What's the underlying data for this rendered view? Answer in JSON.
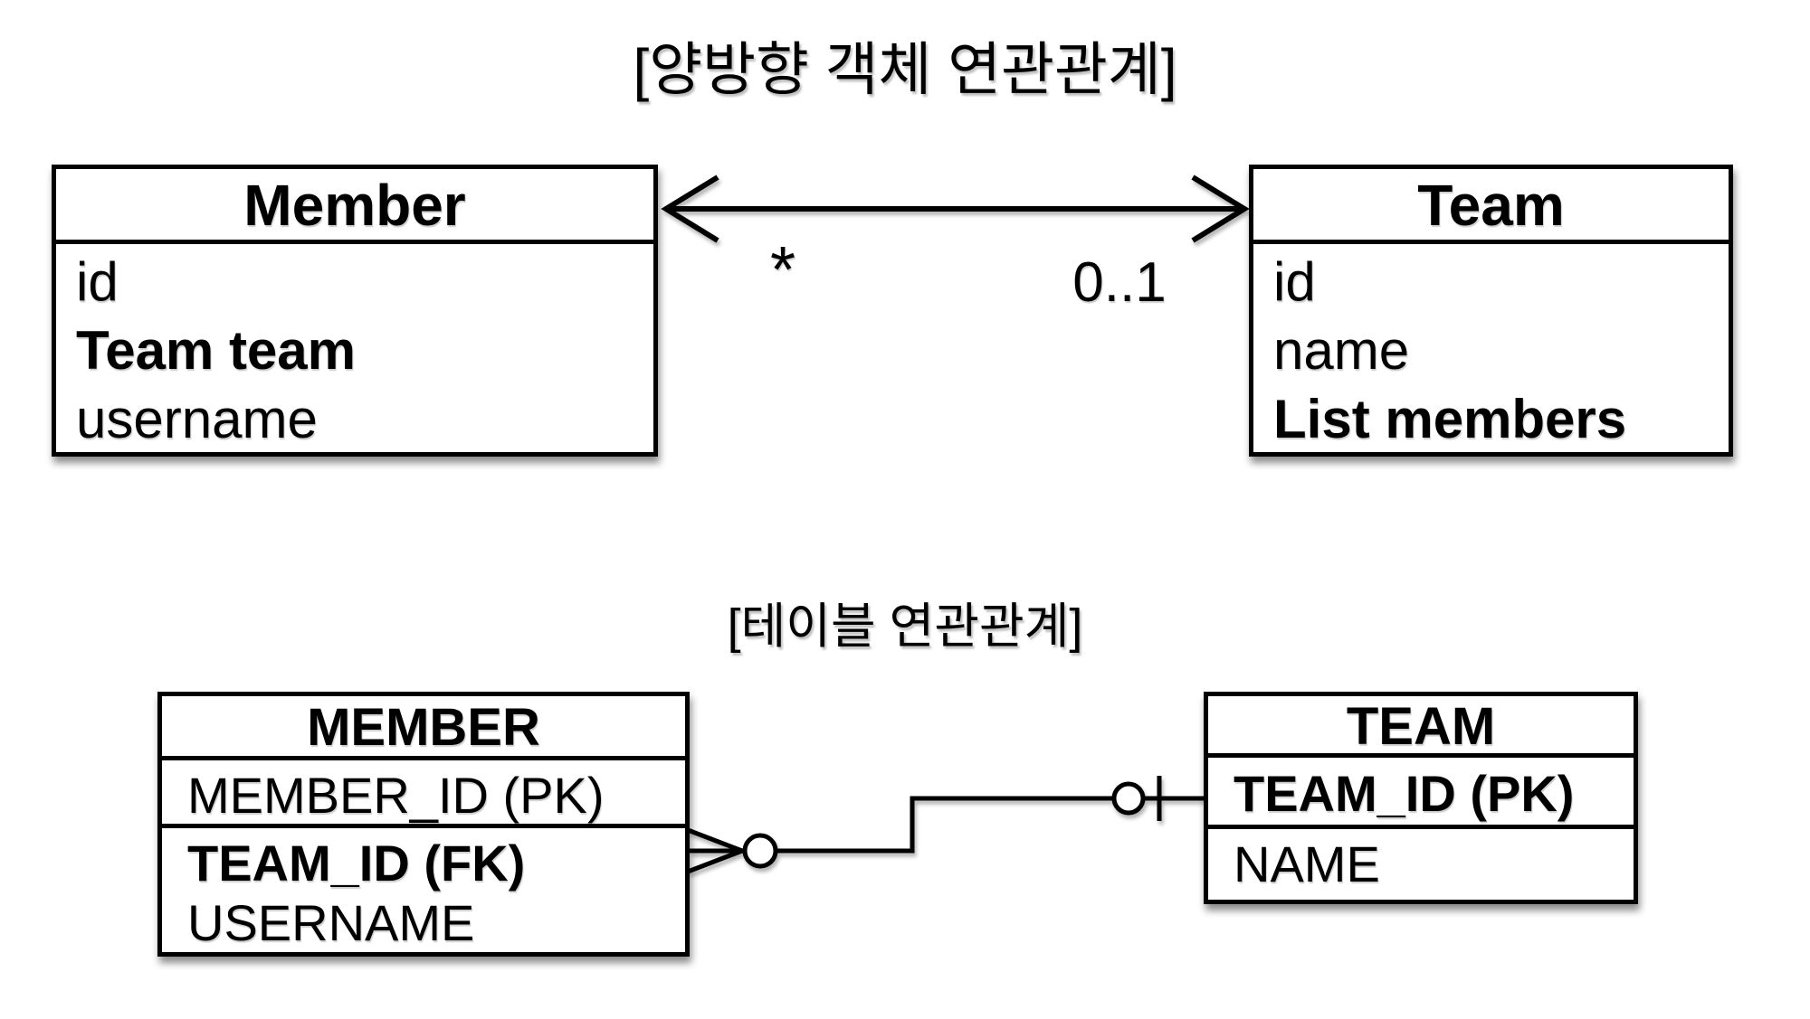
{
  "page": {
    "background": "#ffffff",
    "stroke_color": "#000000",
    "text_color": "#000000",
    "box_fill": "#ffffff"
  },
  "object_diagram": {
    "title": "[양방향 객체 연관관계]",
    "classes": {
      "member": {
        "name": "Member",
        "attributes": [
          {
            "label": "id"
          },
          {
            "label": "Team team"
          },
          {
            "label": "username"
          }
        ]
      },
      "team": {
        "name": "Team",
        "attributes": [
          {
            "label": "id"
          },
          {
            "label": "name"
          },
          {
            "label": "List members"
          }
        ]
      }
    },
    "association": {
      "style": "double-headed-arrow",
      "member_end_multiplicity": "*",
      "team_end_multiplicity": "0..1"
    }
  },
  "table_diagram": {
    "title": "[테이블 연관관계]",
    "tables": {
      "member": {
        "name": "MEMBER",
        "columns": [
          {
            "label": "MEMBER_ID (PK)"
          },
          {
            "label": "TEAM_ID (FK)"
          },
          {
            "label": "USERNAME"
          }
        ]
      },
      "team": {
        "name": "TEAM",
        "columns": [
          {
            "label": "TEAM_ID (PK)"
          },
          {
            "label": "NAME"
          }
        ]
      }
    },
    "relationship": {
      "member_end": "zero-or-many",
      "team_end": "zero-or-one"
    }
  }
}
